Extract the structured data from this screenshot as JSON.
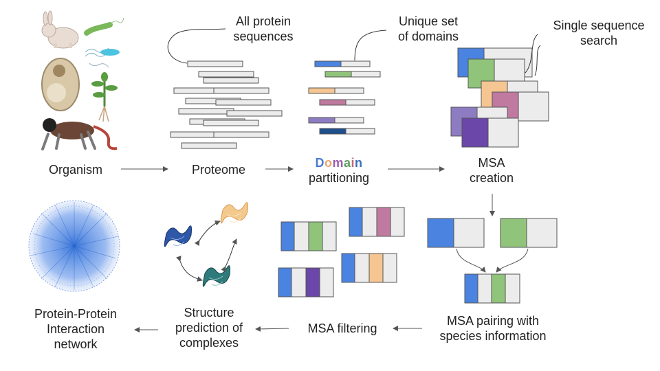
{
  "steps": {
    "organism": "Organism",
    "proteome": "Proteome",
    "domain_partitioning": {
      "colored_word": "Domain",
      "rest": "partitioning"
    },
    "msa_creation": {
      "line1": "MSA",
      "line2": "creation"
    },
    "msa_pairing": {
      "line1": "MSA pairing with",
      "line2": "species information"
    },
    "msa_filtering": "MSA filtering",
    "structure_prediction": {
      "line1": "Structure",
      "line2": "prediction of",
      "line3": "complexes"
    },
    "ppi_network": {
      "line1": "Protein-Protein",
      "line2": "Interaction",
      "line3": "network"
    }
  },
  "callouts": {
    "all_protein_sequences": {
      "line1": "All protein",
      "line2": "sequences"
    },
    "unique_domains": {
      "line1": "Unique set",
      "line2": "of domains"
    },
    "single_sequence_search": {
      "line1": "Single sequence",
      "line2": "search"
    }
  },
  "domain_letter_colors": [
    "#4a7bd6",
    "#e8a86a",
    "#9a5fb0",
    "#5aa05a",
    "#c9667a",
    "#3b6fb8"
  ],
  "colors": {
    "blue": "#4a83e0",
    "green": "#90c47a",
    "peach": "#f5c592",
    "pink": "#c07aa0",
    "lavender": "#8e7cc3",
    "purple": "#6a47a8",
    "navy": "#1f4f8c",
    "gray_box": "#ececec",
    "arrow": "#555555"
  },
  "icons": [
    "rabbit-icon",
    "bacteria-icon",
    "cell-icon",
    "plant-icon",
    "monkey-icon",
    "protein-structure-icon",
    "network-icon"
  ]
}
